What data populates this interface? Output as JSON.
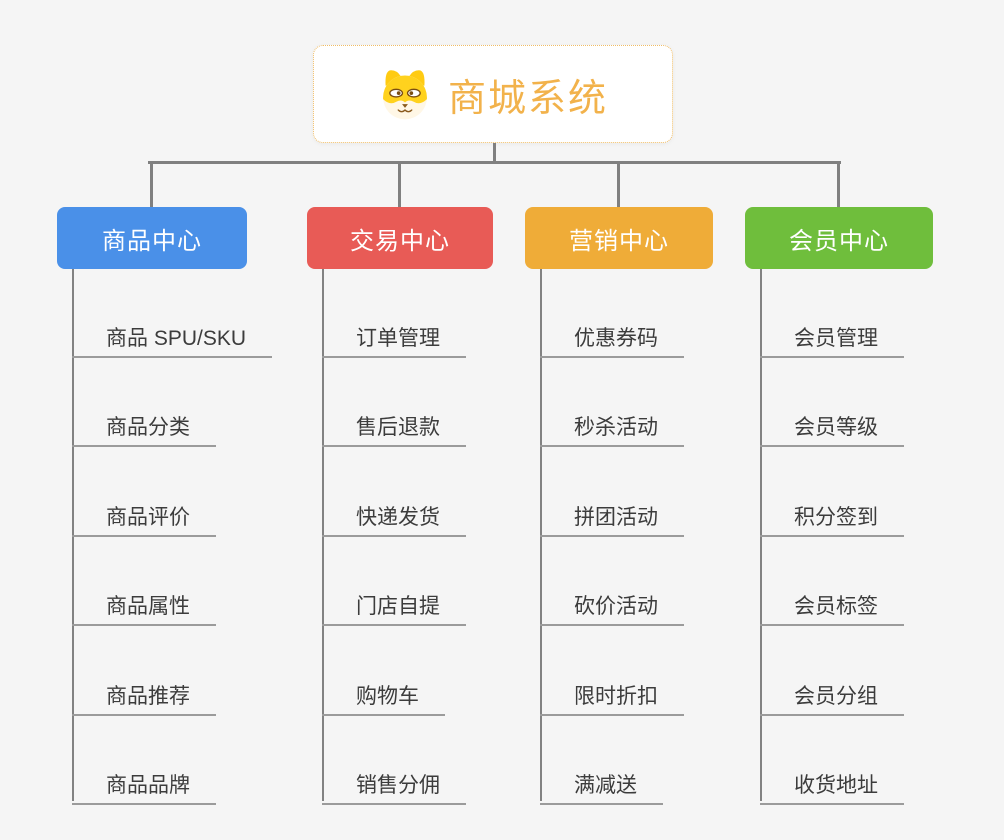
{
  "root": {
    "title": "商城系统",
    "icon": "dog-face-icon",
    "text_color": "#F2B24B",
    "border_color": "#F0BD66"
  },
  "connectors": {
    "color": "#808080",
    "trunk_color": "#828282",
    "underline_color": "#9B9B9B"
  },
  "branches": [
    {
      "label": "商品中心",
      "color": "#4A90E8",
      "items": [
        "商品 SPU/SKU",
        "商品分类",
        "商品评价",
        "商品属性",
        "商品推荐",
        "商品品牌"
      ]
    },
    {
      "label": "交易中心",
      "color": "#E85B56",
      "items": [
        "订单管理",
        "售后退款",
        "快递发货",
        "门店自提",
        "购物车",
        "销售分佣"
      ]
    },
    {
      "label": "营销中心",
      "color": "#EFAC38",
      "items": [
        "优惠券码",
        "秒杀活动",
        "拼团活动",
        "砍价活动",
        "限时折扣",
        "满减送"
      ]
    },
    {
      "label": "会员中心",
      "color": "#6FBE3C",
      "items": [
        "会员管理",
        "会员等级",
        "积分签到",
        "会员标签",
        "会员分组",
        "收货地址"
      ]
    }
  ],
  "leaf_text_color": "#3C3C3C",
  "background_color": "#F5F5F5"
}
